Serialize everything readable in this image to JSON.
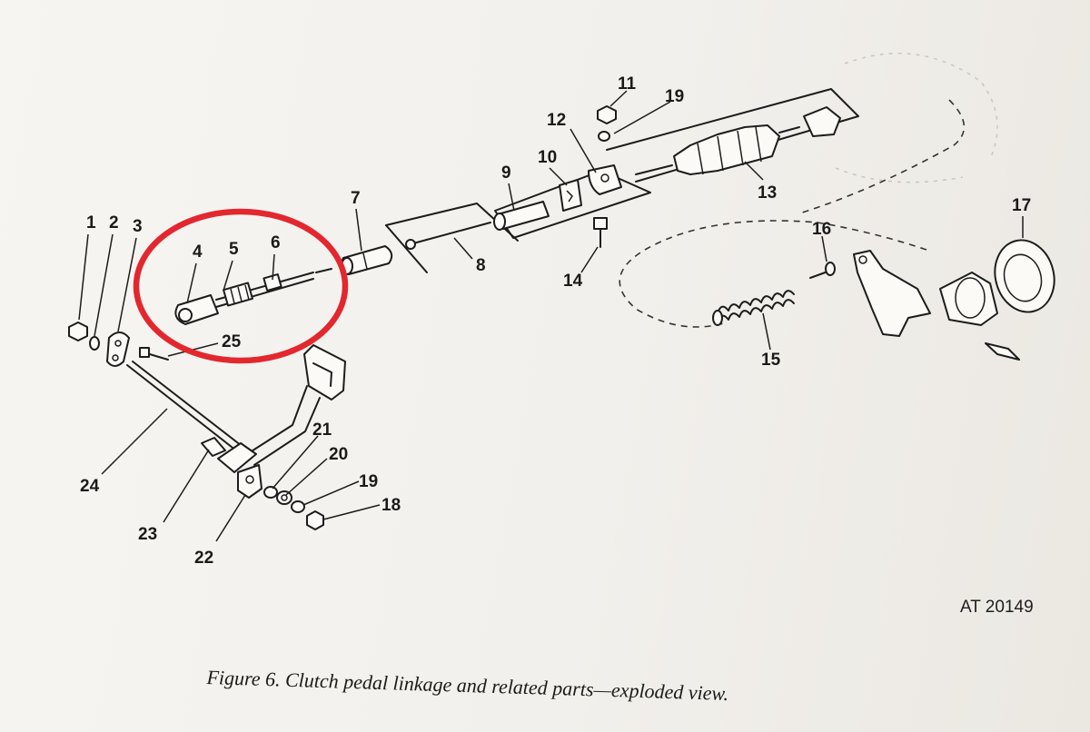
{
  "figure": {
    "caption": "Figure 6.  Clutch pedal linkage and related parts—exploded view.",
    "reference_code": "AT 20149",
    "highlight_color": "#e3272e",
    "ink_color": "#1c1c1c"
  },
  "callouts": {
    "c1": "1",
    "c2": "2",
    "c3": "3",
    "c4": "4",
    "c5": "5",
    "c6": "6",
    "c7": "7",
    "c8": "8",
    "c9": "9",
    "c10": "10",
    "c11": "11",
    "c12": "12",
    "c13": "13",
    "c14": "14",
    "c15": "15",
    "c16": "16",
    "c17": "17",
    "c18": "18",
    "c19a": "19",
    "c19b": "19",
    "c20": "20",
    "c21": "21",
    "c22": "22",
    "c23": "23",
    "c24": "24",
    "c25": "25"
  }
}
